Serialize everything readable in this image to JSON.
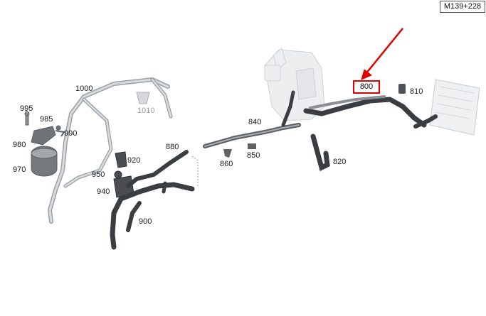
{
  "diagram": {
    "reference_code": "M139+228",
    "highlighted_part": "800",
    "highlight_color": "#e00000",
    "hose_color": "#3a3d42",
    "ghost_color": "#d8dadd",
    "callouts": {
      "c1000": "1000",
      "c1010": "1010",
      "c995": "995",
      "c985": "985",
      "c990": "990",
      "c980": "980",
      "c970": "970",
      "c920": "920",
      "c950": "950",
      "c940": "940",
      "c900": "900",
      "c880": "880",
      "c860": "860",
      "c850": "850",
      "c840": "840",
      "c820": "820",
      "c810": "810"
    }
  }
}
